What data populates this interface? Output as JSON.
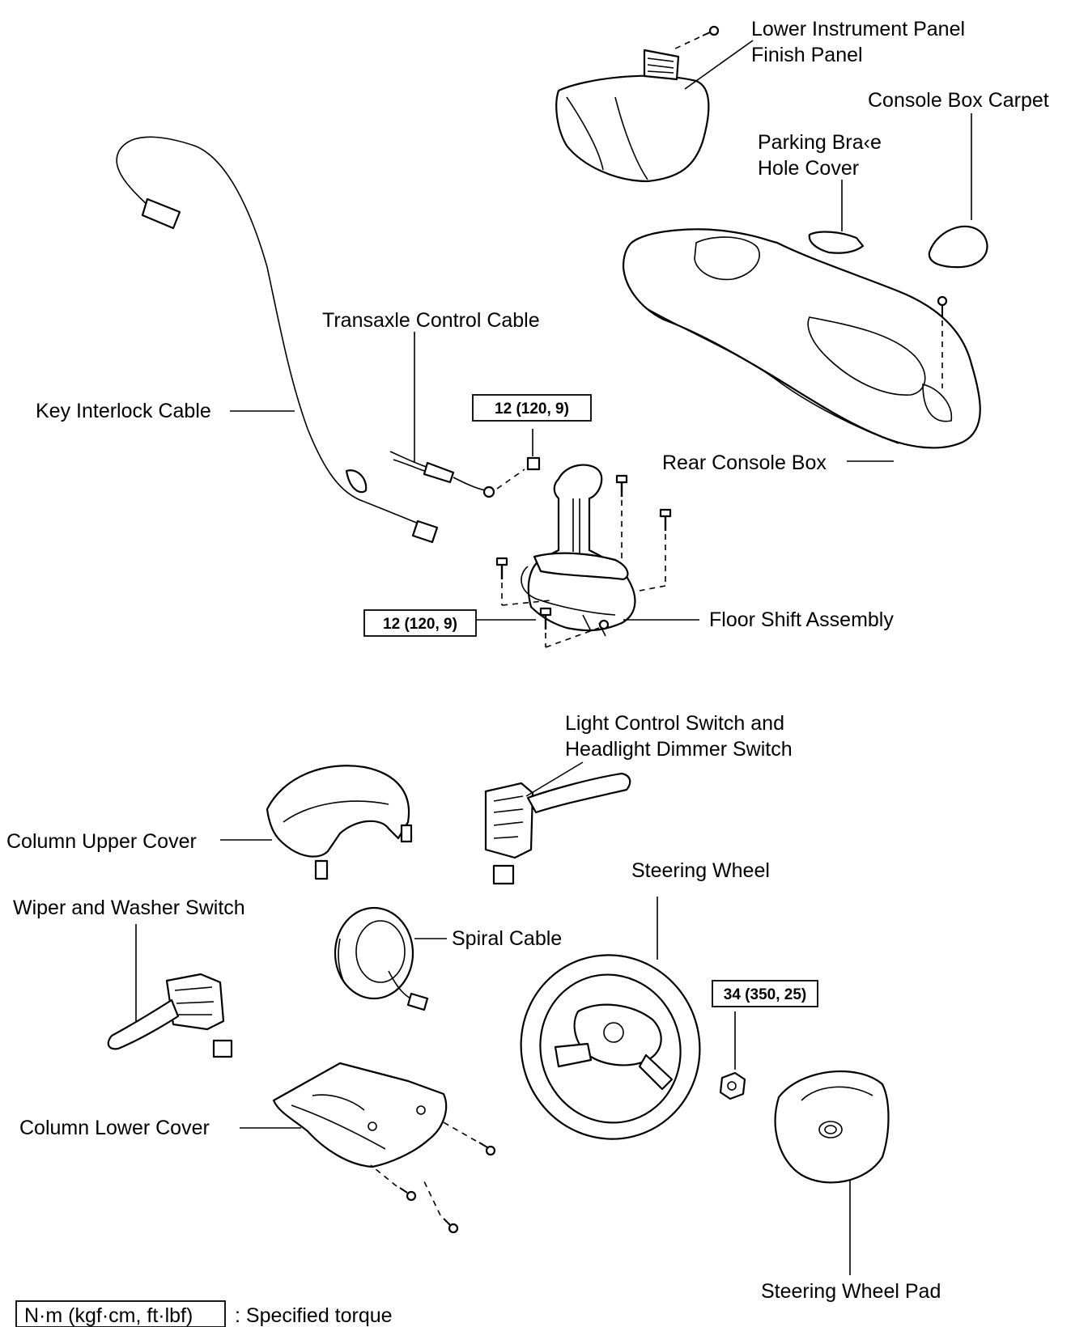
{
  "labels": {
    "lower_instrument_panel_line1": "Lower Instrument Panel",
    "lower_instrument_panel_line2": "Finish Panel",
    "console_box_carpet": "Console Box Carpet",
    "parking_brake_line1": "Parking Bra‹e",
    "parking_brake_line2": "Hole Cover",
    "transaxle_control_cable": "Transaxle Control Cable",
    "key_interlock_cable": "Key Interlock Cable",
    "rear_console_box": "Rear Console Box",
    "floor_shift_assembly": "Floor Shift Assembly",
    "light_control_line1": "Light Control Switch and",
    "light_control_line2": "Headlight Dimmer Switch",
    "column_upper_cover": "Column Upper Cover",
    "steering_wheel": "Steering Wheel",
    "wiper_washer_switch": "Wiper and Washer Switch",
    "spiral_cable": "Spiral Cable",
    "column_lower_cover": "Column Lower Cover",
    "steering_wheel_pad": "Steering Wheel Pad"
  },
  "torques": {
    "shift_nut": "12 (120, 9)",
    "shift_bolt": "12 (120, 9)",
    "steering_nut": "34 (350, 25)"
  },
  "legend": {
    "units": "N·m (kgf·cm, ft·lbf)",
    "description": ": Specified torque"
  }
}
